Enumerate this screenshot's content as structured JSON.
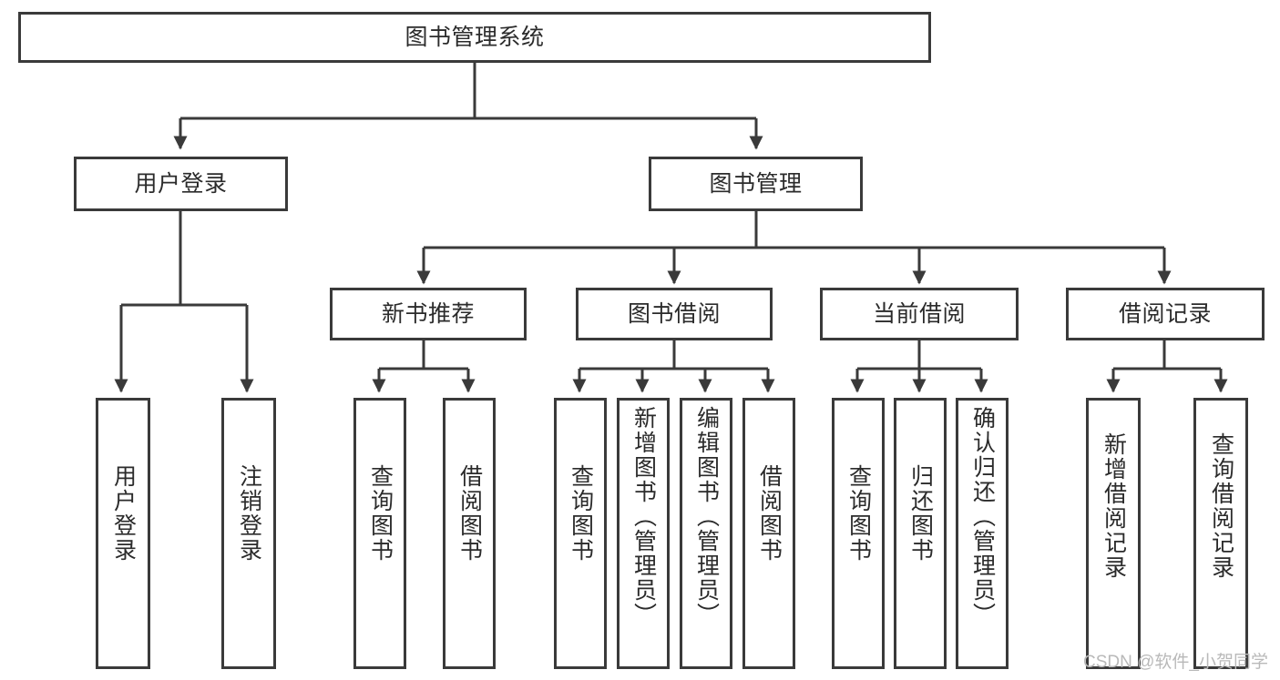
{
  "diagram": {
    "title": "图书管理系统",
    "type": "tree-hierarchy",
    "root": {
      "id": "root",
      "label": "图书管理系统",
      "orientation": "horizontal"
    },
    "level1": [
      {
        "id": "user-login",
        "label": "用户登录",
        "orientation": "horizontal"
      },
      {
        "id": "book-management",
        "label": "图书管理",
        "orientation": "horizontal"
      }
    ],
    "level2": [
      {
        "id": "new-book-recommend",
        "label": "新书推荐",
        "orientation": "horizontal",
        "parent": "book-management"
      },
      {
        "id": "book-borrow",
        "label": "图书借阅",
        "orientation": "horizontal",
        "parent": "book-management"
      },
      {
        "id": "current-borrow",
        "label": "当前借阅",
        "orientation": "horizontal",
        "parent": "book-management"
      },
      {
        "id": "borrow-record",
        "label": "借阅记录",
        "orientation": "horizontal",
        "parent": "book-management"
      }
    ],
    "leaves": [
      {
        "id": "leaf-user-login",
        "label": "用户登录",
        "parent": "user-login"
      },
      {
        "id": "leaf-logout",
        "label": "注销登录",
        "parent": "user-login"
      },
      {
        "id": "leaf-query-book-1",
        "label": "查询图书",
        "parent": "new-book-recommend"
      },
      {
        "id": "leaf-borrow-book-1",
        "label": "借阅图书",
        "parent": "new-book-recommend"
      },
      {
        "id": "leaf-query-book-2",
        "label": "查询图书",
        "parent": "book-borrow"
      },
      {
        "id": "leaf-add-book",
        "label": "新增图书（管理员）",
        "parent": "book-borrow"
      },
      {
        "id": "leaf-edit-book",
        "label": "编辑图书（管理员）",
        "parent": "book-borrow"
      },
      {
        "id": "leaf-borrow-book-2",
        "label": "借阅图书",
        "parent": "book-borrow"
      },
      {
        "id": "leaf-query-book-3",
        "label": "查询图书",
        "parent": "current-borrow"
      },
      {
        "id": "leaf-return-book",
        "label": "归还图书",
        "parent": "current-borrow"
      },
      {
        "id": "leaf-confirm-return",
        "label": "确认归还（管理员）",
        "parent": "current-borrow"
      },
      {
        "id": "leaf-add-record",
        "label": "新增借阅记录",
        "parent": "borrow-record"
      },
      {
        "id": "leaf-query-record",
        "label": "查询借阅记录",
        "parent": "borrow-record"
      }
    ],
    "watermark": "CSDN @软件_小贺同学",
    "colors": {
      "border": "#3a3a3a",
      "text": "#2b2b2b",
      "background": "#ffffff",
      "watermark": "#b9b9b9"
    }
  }
}
